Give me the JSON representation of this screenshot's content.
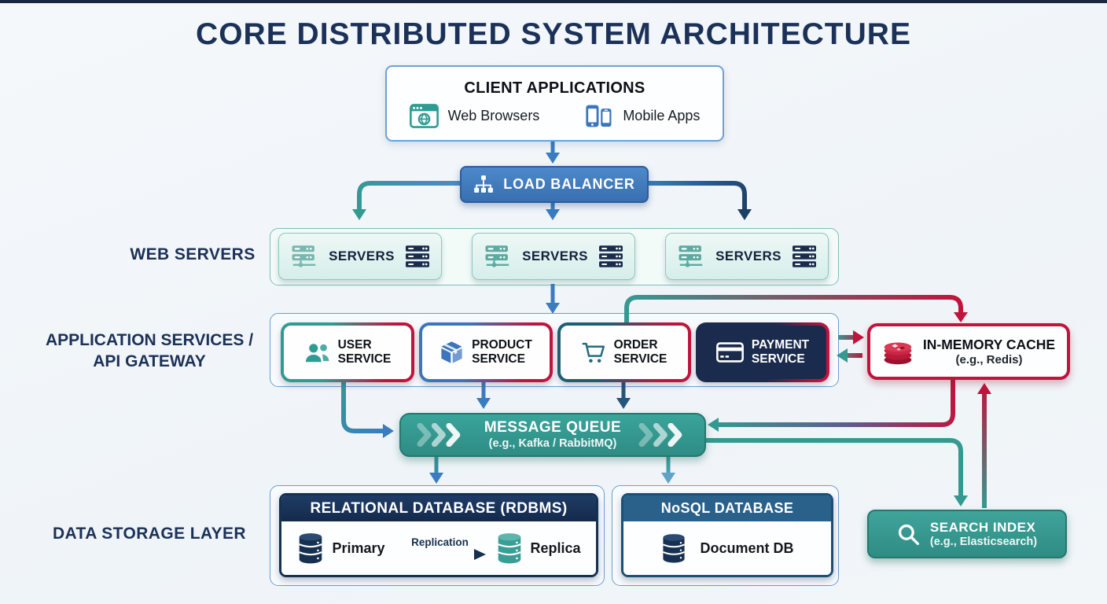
{
  "title": "CORE DISTRIBUTED SYSTEM ARCHITECTURE",
  "client": {
    "title": "CLIENT APPLICATIONS",
    "web_label": "Web Browsers",
    "mobile_label": "Mobile Apps"
  },
  "load_balancer": {
    "label": "LOAD BALANCER"
  },
  "web_servers": {
    "row_label": "WEB SERVERS",
    "boxes": [
      "SERVERS",
      "SERVERS",
      "SERVERS"
    ]
  },
  "services": {
    "row_label_1": "APPLICATION SERVICES /",
    "row_label_2": "API GATEWAY",
    "items": [
      {
        "line1": "USER",
        "line2": "SERVICE"
      },
      {
        "line1": "PRODUCT",
        "line2": "SERVICE"
      },
      {
        "line1": "ORDER",
        "line2": "SERVICE"
      },
      {
        "line1": "PAYMENT",
        "line2": "SERVICE"
      }
    ]
  },
  "cache": {
    "title": "IN-MEMORY CACHE",
    "subtitle": "(e.g., Redis)"
  },
  "message_queue": {
    "title": "MESSAGE QUEUE",
    "subtitle": "(e.g., Kafka / RabbitMQ)"
  },
  "storage": {
    "row_label": "DATA STORAGE LAYER",
    "rdbms": {
      "title": "RELATIONAL DATABASE (RDBMS)",
      "primary_label": "Primary",
      "replication_label": "Replication",
      "replica_label": "Replica"
    },
    "nosql": {
      "title": "NoSQL DATABASE",
      "item_label": "Document DB"
    },
    "search": {
      "title": "SEARCH INDEX",
      "subtitle": "(e.g., Elasticsearch)"
    }
  },
  "icons": {
    "browser": "browser-icon",
    "phones": "mobile-phones-icon",
    "load_balancer": "network-hierarchy-icon",
    "server_teal": "server-rack-teal-icon",
    "server_navy": "server-rack-navy-icon",
    "users": "users-icon",
    "package": "package-box-icon",
    "cart": "shopping-cart-icon",
    "card": "credit-card-icon",
    "redis": "redis-stack-icon",
    "queue_chevrons": "chevron-flow-icon",
    "db_primary": "database-cylinder-navy-icon",
    "db_replica": "database-cylinder-teal-icon",
    "search": "search-icon"
  },
  "colors": {
    "background": "#f2f6f9",
    "navy_text": "#1b3157",
    "teal": "#349a91",
    "blue": "#3b7cc0",
    "dark_navy": "#1b2b4d",
    "crimson": "#c0143c",
    "steel_blue": "#29618b",
    "rdbms_header": "#1a3560"
  }
}
